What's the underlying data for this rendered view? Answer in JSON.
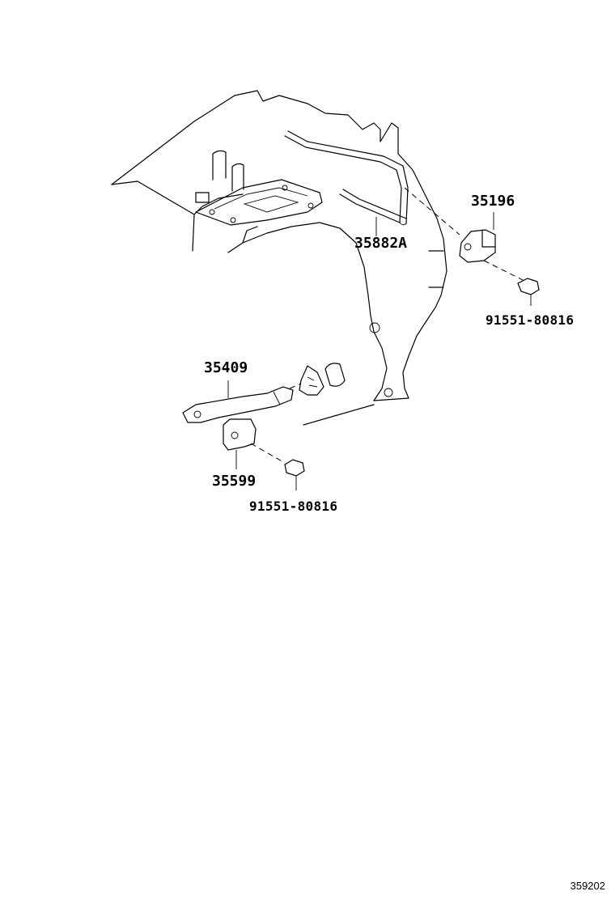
{
  "parts": [
    {
      "id": "p35196",
      "number": "35196"
    },
    {
      "id": "p35882a",
      "number": "35882A"
    },
    {
      "id": "p91551-upper",
      "number": "91551-80816"
    },
    {
      "id": "p35409",
      "number": "35409"
    },
    {
      "id": "p35599",
      "number": "35599"
    },
    {
      "id": "p91551-lower",
      "number": "91551-80816"
    }
  ],
  "figure_number": "359202"
}
